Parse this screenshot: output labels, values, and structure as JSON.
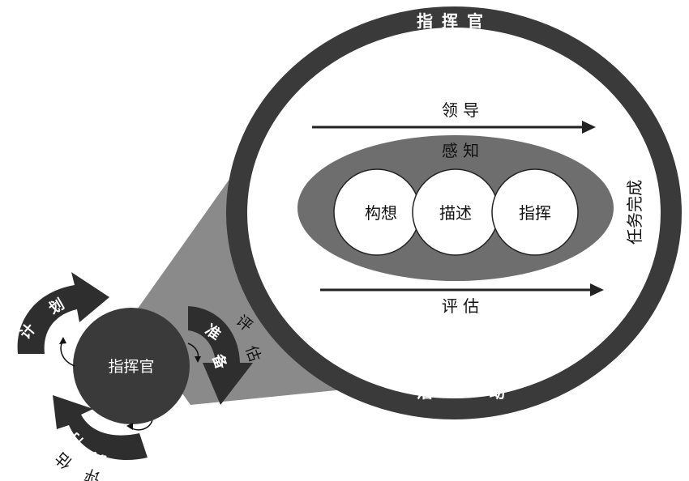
{
  "ring": {
    "top_label": "指 挥 官",
    "bottom_left_label": "活",
    "bottom_right_label": "动",
    "side_label": "任务完成"
  },
  "inner": {
    "top_arrow_label": "领 导",
    "bottom_arrow_label": "评 估",
    "ellipse_label": "感 知",
    "circles": [
      "构想",
      "描述",
      "指挥"
    ]
  },
  "cycle": {
    "commander": "指挥官",
    "plan": [
      "评",
      "估",
      "计",
      "划"
    ],
    "prepare": [
      "准",
      "备",
      "评",
      "估"
    ],
    "execute": [
      "执",
      "行",
      "评",
      "估"
    ]
  },
  "colors": {
    "ring": "#3a3a3a",
    "ellipse": "#6e6e6e",
    "cone": "#8a8a8a",
    "arrow": "#2e2e2e"
  }
}
